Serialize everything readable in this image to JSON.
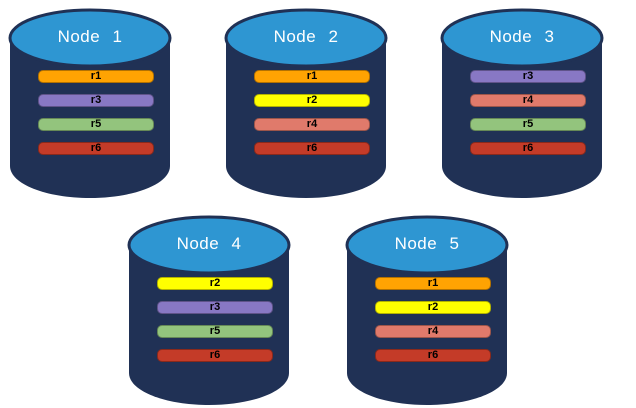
{
  "diagram": {
    "description": "Five database node cylinders showing placement of replicas r1-r6",
    "background_color": "#FFFFFF",
    "cylinder": {
      "body_color": "#203155",
      "top_color": "#2E96D2",
      "top_outline_color": "#203155",
      "label_color": "#FFFFFF"
    },
    "bar_text_color": "#000000",
    "replica_colors": {
      "r1": "#FFA302",
      "r2": "#FFFF00",
      "r3": "#8878C4",
      "r4": "#E07A6B",
      "r5": "#93C47D",
      "r6": "#C43B28"
    },
    "nodes": [
      {
        "label": "Node 1",
        "replicas": [
          "r1",
          "r3",
          "r5",
          "r6"
        ]
      },
      {
        "label": "Node 2",
        "replicas": [
          "r1",
          "r2",
          "r4",
          "r6"
        ]
      },
      {
        "label": "Node 3",
        "replicas": [
          "r3",
          "r4",
          "r5",
          "r6"
        ]
      },
      {
        "label": "Node 4",
        "replicas": [
          "r2",
          "r3",
          "r5",
          "r6"
        ]
      },
      {
        "label": "Node 5",
        "replicas": [
          "r1",
          "r2",
          "r4",
          "r6"
        ]
      }
    ],
    "rows": [
      [
        0,
        1,
        2
      ],
      [
        3,
        4
      ]
    ]
  }
}
